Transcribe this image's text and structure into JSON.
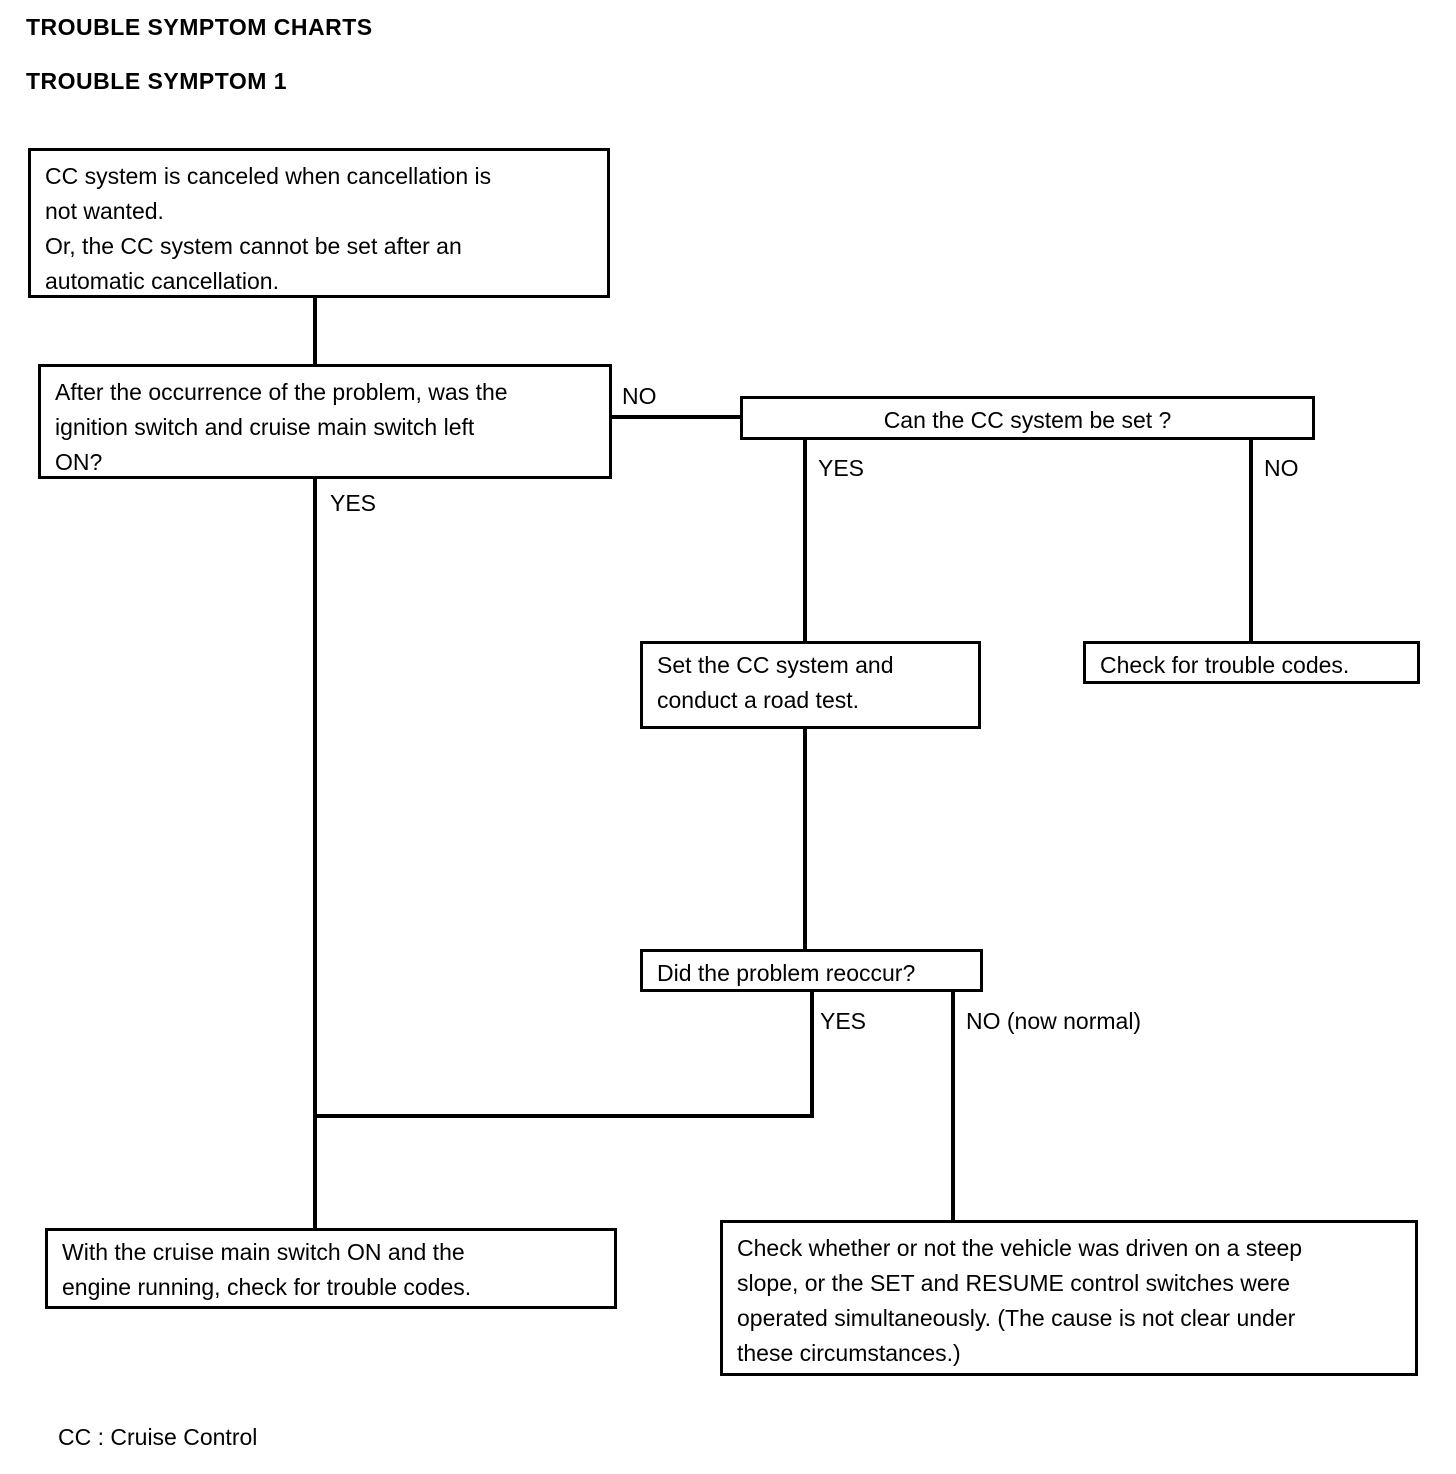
{
  "page": {
    "title_main": "TROUBLE SYMPTOM CHARTS",
    "title_sub": "TROUBLE SYMPTOM 1",
    "footnote": "CC : Cruise Control",
    "ink_color": "#000000",
    "background_color": "#ffffff"
  },
  "chart_data": {
    "type": "flowchart",
    "title": "TROUBLE SYMPTOM 1",
    "nodes": [
      {
        "id": "symptom",
        "kind": "statement",
        "text": "CC system is canceled when cancellation is\nnot wanted.\nOr, the CC system cannot be set after an\nautomatic cancellation."
      },
      {
        "id": "q-ignition-left-on",
        "kind": "decision",
        "text": "After the occurrence of the problem, was the\nignition switch and cruise main switch left\nON?"
      },
      {
        "id": "q-can-set",
        "kind": "decision",
        "text": "Can the CC system be set ?"
      },
      {
        "id": "set-and-road-test",
        "kind": "action",
        "text": "Set the CC system and\nconduct a road test."
      },
      {
        "id": "check-trouble-codes",
        "kind": "action",
        "text": "Check for trouble codes."
      },
      {
        "id": "q-reoccur",
        "kind": "decision",
        "text": "Did the problem reoccur?"
      },
      {
        "id": "check-with-main-switch-on",
        "kind": "action",
        "text": "With the cruise main switch ON and the\nengine running, check for trouble codes."
      },
      {
        "id": "check-steep-slope",
        "kind": "action",
        "text": "Check whether or not the vehicle was driven on a steep\nslope, or the SET and RESUME control switches were\noperated simultaneously. (The cause is not clear under\nthese circumstances.)"
      }
    ],
    "edges": [
      {
        "from": "symptom",
        "to": "q-ignition-left-on",
        "label": ""
      },
      {
        "from": "q-ignition-left-on",
        "to": "q-can-set",
        "label": "NO"
      },
      {
        "from": "q-ignition-left-on",
        "to": "check-with-main-switch-on",
        "label": "YES"
      },
      {
        "from": "q-can-set",
        "to": "set-and-road-test",
        "label": "YES"
      },
      {
        "from": "q-can-set",
        "to": "check-trouble-codes",
        "label": "NO"
      },
      {
        "from": "set-and-road-test",
        "to": "q-reoccur",
        "label": ""
      },
      {
        "from": "q-reoccur",
        "to": "check-with-main-switch-on",
        "label": "YES"
      },
      {
        "from": "q-reoccur",
        "to": "check-steep-slope",
        "label": "NO (now normal)"
      }
    ],
    "labels": {
      "no_from_ignition": "NO",
      "yes_from_ignition": "YES",
      "yes_from_can_set": "YES",
      "no_from_can_set": "NO",
      "yes_from_reoccur": "YES",
      "no_from_reoccur": "NO (now normal)"
    }
  }
}
